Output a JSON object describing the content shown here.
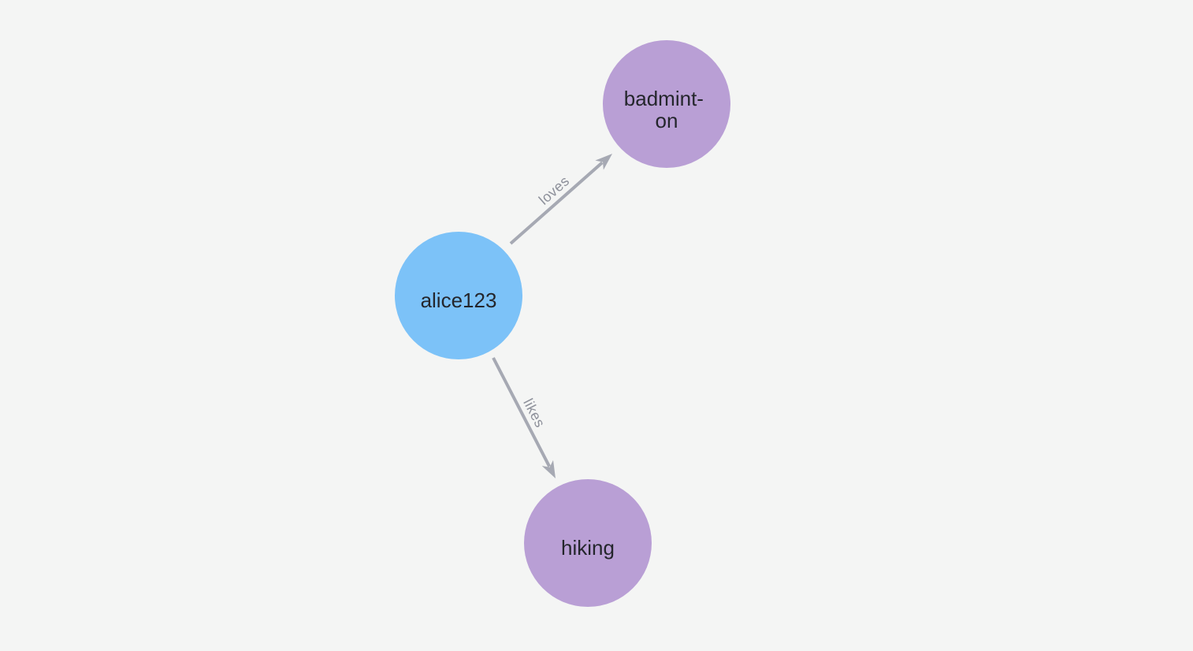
{
  "canvas": {
    "background": "#f4f5f4"
  },
  "style": {
    "edge_color": "#a6a9b3",
    "edge_label_color": "#8d909a",
    "node_text_color": "#24262c",
    "user_node_color": "#7cc2f8",
    "topic_node_color": "#b99fd5"
  },
  "graph": {
    "nodes": [
      {
        "id": "alice123",
        "caption": "alice123",
        "color": "#7cc2f8"
      },
      {
        "id": "badminton",
        "caption_lines": [
          "badmint-",
          "on"
        ],
        "color": "#b99fd5"
      },
      {
        "id": "hiking",
        "caption": "hiking",
        "color": "#b99fd5"
      }
    ],
    "edges": [
      {
        "source": "alice123",
        "target": "badminton",
        "label": "loves"
      },
      {
        "source": "alice123",
        "target": "hiking",
        "label": "likes"
      }
    ]
  }
}
